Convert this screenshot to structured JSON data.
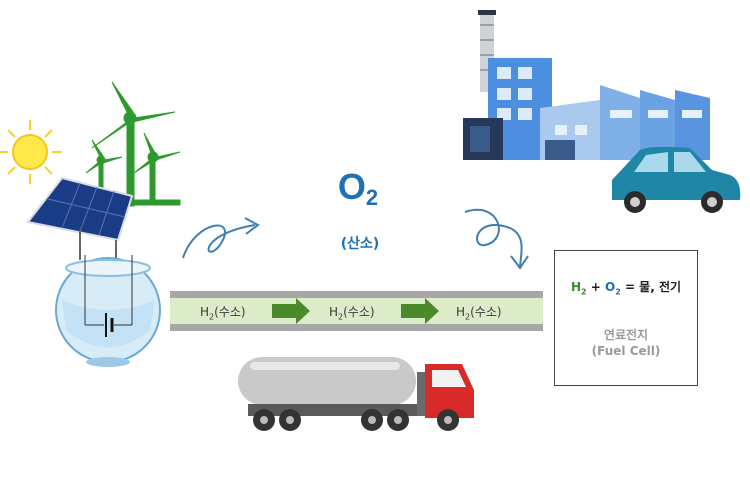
{
  "oxygen": {
    "formula_main": "O",
    "formula_sub": "2",
    "label": "(산소)"
  },
  "pipeline": {
    "labels": [
      {
        "main": "H",
        "sub": "2",
        "suffix": "(수소)"
      },
      {
        "main": "H",
        "sub": "2",
        "suffix": "(수소)"
      },
      {
        "main": "H",
        "sub": "2",
        "suffix": "(수소)"
      }
    ]
  },
  "fuel_cell": {
    "equation": {
      "h": "H",
      "h_sub": "2",
      "plus": " + ",
      "o": "O",
      "o_sub": "2",
      "rest": " = 물, 전기"
    },
    "name_ko": "연료전지",
    "name_en": "(Fuel Cell)"
  },
  "colors": {
    "oxygen_blue": "#2070b8",
    "hydrogen_green": "#3a8a2a",
    "arrow_green": "#4a8a2a",
    "pipe_fill": "#dcebc8",
    "pipe_wall": "#a7a7a7"
  },
  "icons": [
    "sun-icon",
    "solar-panel-icon",
    "wind-turbine-icon",
    "water-bowl-icon",
    "battery-icon",
    "factory-icon",
    "car-icon",
    "tanker-truck-icon"
  ]
}
